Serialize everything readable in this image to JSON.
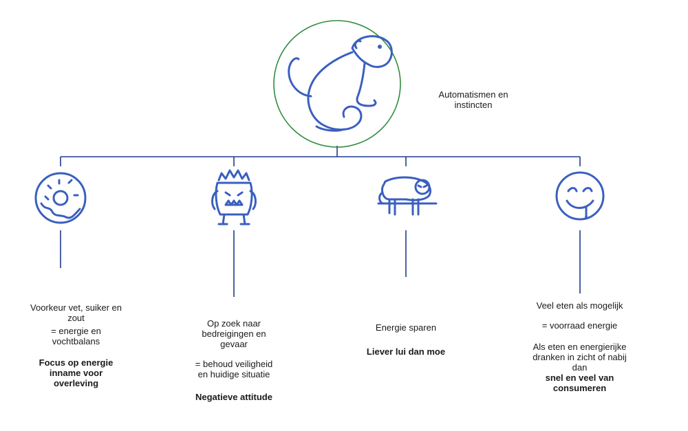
{
  "root": {
    "label": "Automatismen en instincten",
    "circle_color": "#2e8b3e",
    "icon": "monkey-icon"
  },
  "branches": [
    {
      "icon": "donut-icon",
      "line1": "Voorkeur vet, suiker en zout",
      "line2": "= energie en vochtbalans",
      "bold": "Focus op energie inname voor overleving"
    },
    {
      "icon": "monster-icon",
      "line1": "Op zoek naar bedreigingen en gevaar",
      "line2": "= behoud veiligheid en huidige situatie",
      "bold": "Negatieve attitude"
    },
    {
      "icon": "sloth-icon",
      "line1": "Energie sparen",
      "bold": "Liever lui dan moe"
    },
    {
      "icon": "drooling-face-icon",
      "line1": "Veel eten als mogelijk",
      "line2": "= voorraad energie",
      "line3": "Als eten en energierijke dranken in zicht of nabij dan",
      "bold": "snel en veel van consumeren"
    }
  ],
  "colors": {
    "icon_blue": "#3a5fbf",
    "connector_blue": "#1f3a8c"
  }
}
